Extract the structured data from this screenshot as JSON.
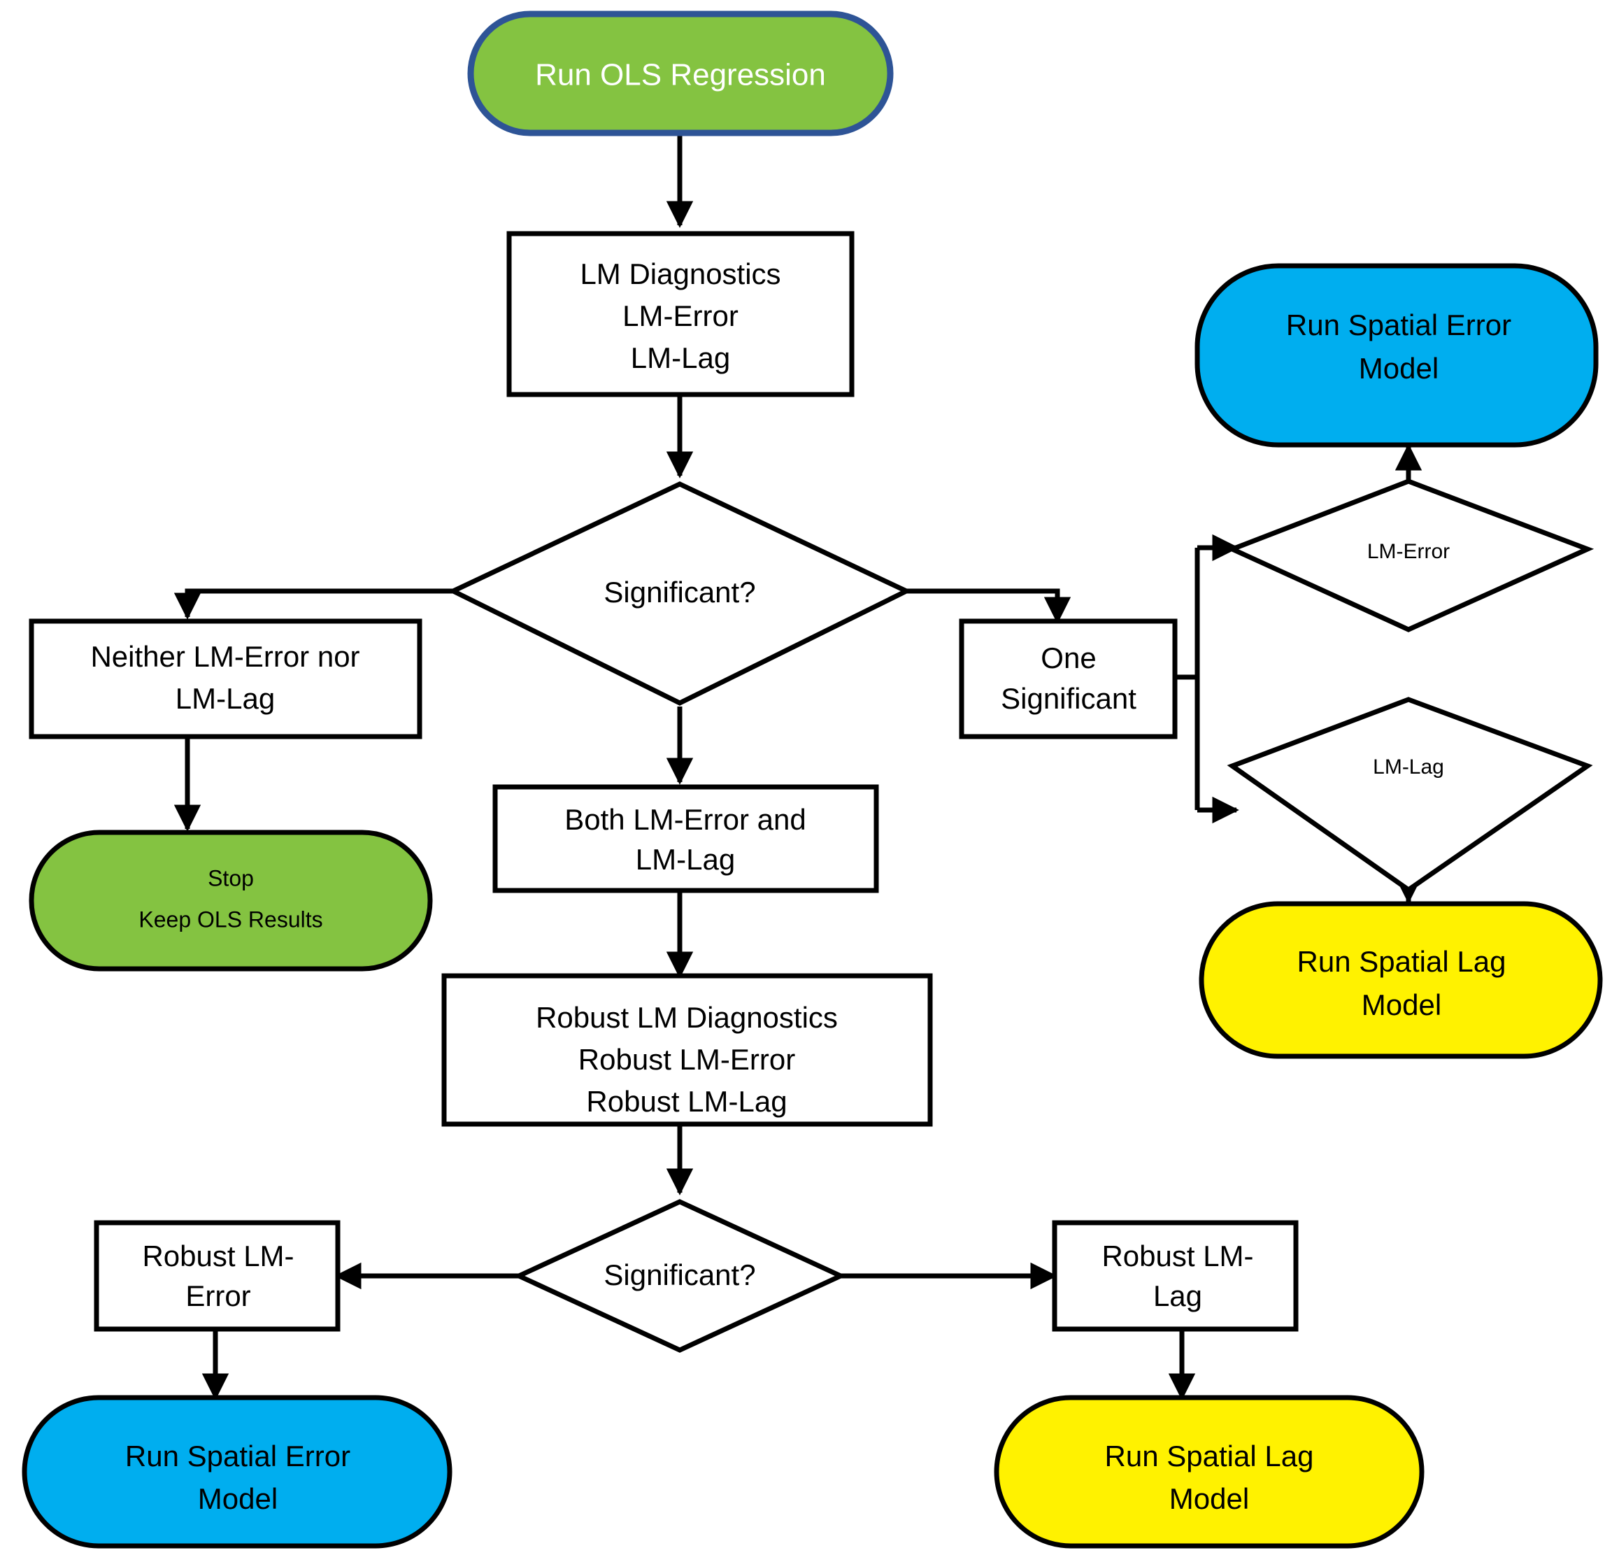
{
  "diagram": {
    "title": "Spatial regression model selection flowchart",
    "colors": {
      "green": "#84C341",
      "blue": "#00AEEF",
      "yellow": "#FFF200",
      "white": "#FFFFFF",
      "line": "#000000",
      "green_border": "#2E5496"
    },
    "nodes": {
      "start": {
        "label": "Run OLS Regression",
        "shape": "stadium",
        "fill": "#84C341"
      },
      "lm_diag": {
        "line1": "LM Diagnostics",
        "line2": "LM-Error",
        "line3": "LM-Lag",
        "shape": "rect",
        "fill": "#FFFFFF"
      },
      "decision1": {
        "label": "Significant?",
        "shape": "diamond",
        "fill": "#FFFFFF"
      },
      "neither": {
        "line1": "Neither LM-Error nor",
        "line2": "LM-Lag",
        "shape": "rect",
        "fill": "#FFFFFF"
      },
      "stop": {
        "line1": "Stop",
        "line2": "Keep OLS Results",
        "shape": "stadium",
        "fill": "#84C341"
      },
      "both": {
        "line1": "Both LM-Error and",
        "line2": "LM-Lag",
        "shape": "rect",
        "fill": "#FFFFFF"
      },
      "robust_diag": {
        "line1": "Robust LM Diagnostics",
        "line2": "Robust LM-Error",
        "line3": "Robust LM-Lag",
        "shape": "rect",
        "fill": "#FFFFFF"
      },
      "decision2": {
        "label": "Significant?",
        "shape": "diamond",
        "fill": "#FFFFFF"
      },
      "one_sig": {
        "line1": "One",
        "line2": "Significant",
        "shape": "rect",
        "fill": "#FFFFFF"
      },
      "lm_error_d": {
        "label": "LM-Error",
        "shape": "diamond",
        "fill": "#FFFFFF"
      },
      "lm_lag_d": {
        "label": "LM-Lag",
        "shape": "diamond",
        "fill": "#FFFFFF"
      },
      "spatial_error_top": {
        "line1": "Run Spatial Error",
        "line2": "Model",
        "shape": "stadium",
        "fill": "#00AEEF"
      },
      "spatial_lag_top": {
        "line1": "Run Spatial Lag",
        "line2": "Model",
        "shape": "stadium",
        "fill": "#FFF200"
      },
      "robust_lm_error": {
        "line1": "Robust LM-",
        "line2": "Error",
        "shape": "rect",
        "fill": "#FFFFFF"
      },
      "robust_lm_lag": {
        "line1": "Robust LM-",
        "line2": "Lag",
        "shape": "rect",
        "fill": "#FFFFFF"
      },
      "spatial_error_bottom": {
        "line1": "Run Spatial Error",
        "line2": "Model",
        "shape": "stadium",
        "fill": "#00AEEF"
      },
      "spatial_lag_bottom": {
        "line1": "Run Spatial Lag",
        "line2": "Model",
        "shape": "stadium",
        "fill": "#FFF200"
      }
    }
  }
}
